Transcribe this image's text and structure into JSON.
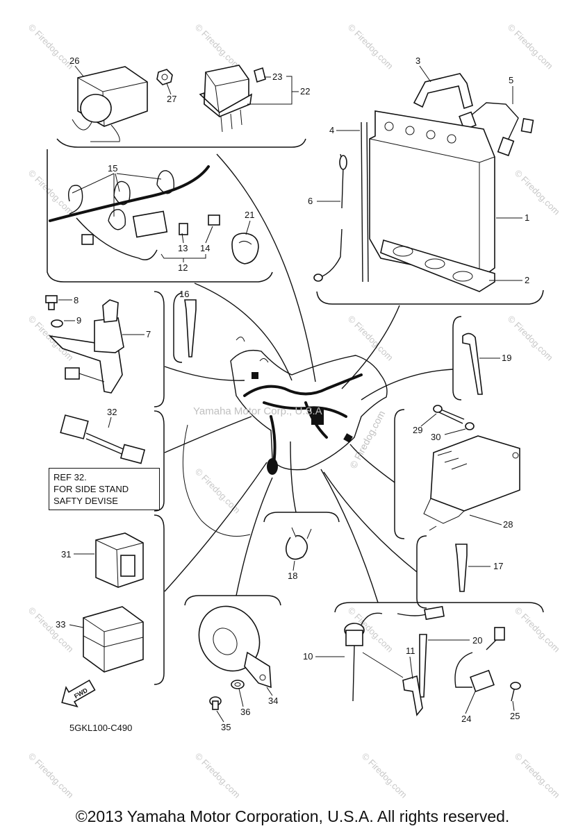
{
  "watermark": {
    "center_text": "Yamaha Motor Corp., U.S.A",
    "repeat_text": "© Firedog.com",
    "site_text": "© Firedog.com"
  },
  "callouts": {
    "p1": "1",
    "p2": "2",
    "p3": "3",
    "p4": "4",
    "p5": "5",
    "p6": "6",
    "p7": "7",
    "p8": "8",
    "p9": "9",
    "p10": "10",
    "p11": "11",
    "p12": "12",
    "p13": "13",
    "p14": "14",
    "p15": "15",
    "p16": "16",
    "p17": "17",
    "p18": "18",
    "p19": "19",
    "p20": "20",
    "p21": "21",
    "p22": "22",
    "p23": "23",
    "p24": "24",
    "p25": "25",
    "p26": "26",
    "p27": "27",
    "p28": "28",
    "p29": "29",
    "p30": "30",
    "p31": "31",
    "p32": "32",
    "p33": "33",
    "p34": "34",
    "p35": "35",
    "p36": "36"
  },
  "ref_note": {
    "line1": "REF 32.",
    "line2": "FOR SIDE STAND",
    "line3": "SAFTY DEVISE"
  },
  "fwd_label": "FWD",
  "drawing_code": "5GKL100-C490",
  "copyright": "©2013 Yamaha Motor Corporation, U.S.A. All rights reserved."
}
